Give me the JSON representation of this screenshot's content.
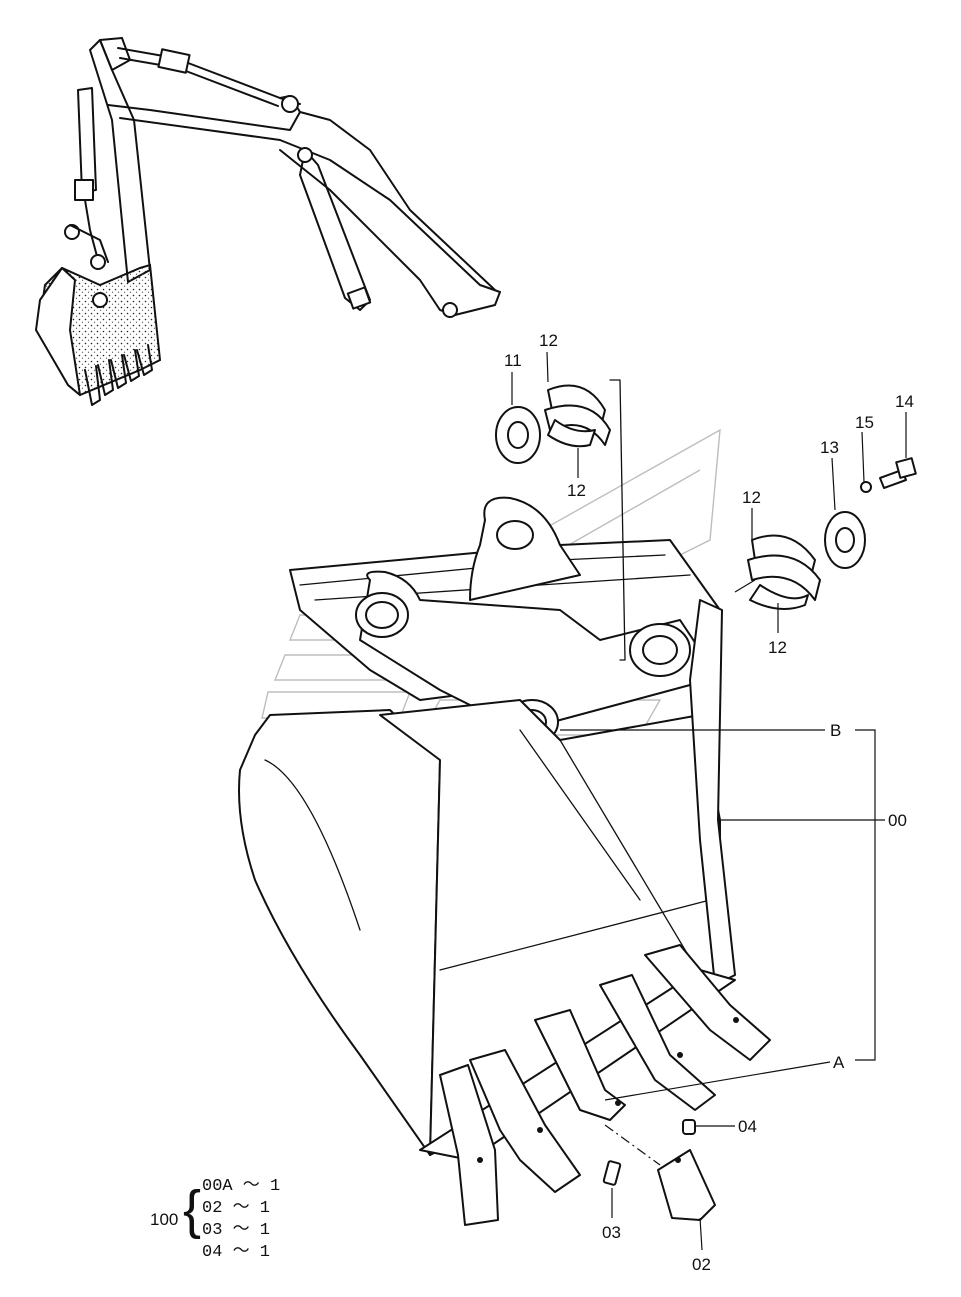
{
  "callouts": {
    "p11": "11",
    "p12a": "12",
    "p12b": "12",
    "p12c": "12",
    "p12d": "12",
    "p13": "13",
    "p14": "14",
    "p15": "15",
    "pB": "B",
    "p00": "00",
    "pA": "A",
    "p04": "04",
    "p03": "03",
    "p02": "02"
  },
  "kit": {
    "number": "100",
    "brace": "{",
    "lines": [
      "00A ～ 1",
      "02  ～ 1",
      "03  ～ 1",
      "04  ～ 1"
    ]
  },
  "icons": {
    "excavator": "excavator-arm-icon",
    "watermark": "watermark-logo"
  }
}
